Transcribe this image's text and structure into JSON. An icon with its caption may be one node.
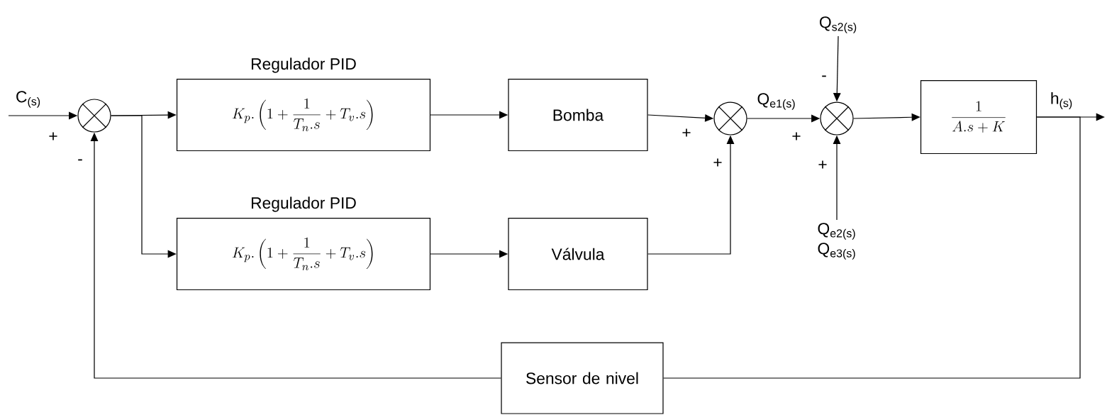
{
  "diagram": {
    "nodes": [
      {
        "text": [],
        "shape": "circle"
      },
      {
        "text": [
          "Regulador PID",
          "K_{p}.\\left(1+\\frac{1}{T_{n}.s}+T_{v}.s\\right)"
        ]
      },
      {
        "text": [
          "Bomba"
        ]
      },
      {
        "text": [
          "Regulador PID",
          "K_{p}.\\left(1+\\frac{1}{T_{n}.s}+T_{v}.s\\right)"
        ]
      },
      {
        "text": [
          "Válvula"
        ]
      },
      {
        "text": [],
        "shape": "circle"
      },
      {
        "text": [],
        "shape": "circle"
      },
      {
        "text": [
          "\\frac{1}{A.s+K}"
        ]
      },
      {
        "text": [
          "Sensor de nivel"
        ]
      },
      {
        "text": [
          "Q$_{s2(s)}$"
        ]
      },
      {
        "text": [
          "Q$_{e2(s)}$",
          "Q$_{e3(s)}$"
        ]
      }
    ],
    "edges": [
      {
        "from": null,
        "to": 0,
        "arrow": "to",
        "label": "C$_{(s)}$"
      },
      {
        "from": 0,
        "to": 1,
        "arrow": "to"
      },
      {
        "from": 0,
        "to": 3,
        "arrow": "to"
      },
      {
        "from": 1,
        "to": 2,
        "arrow": "to"
      },
      {
        "from": 3,
        "to": 4,
        "arrow": "to"
      },
      {
        "from": 2,
        "to": 5,
        "arrow": "to"
      },
      {
        "from": 4,
        "to": 5,
        "arrow": "to"
      },
      {
        "from": 5,
        "to": 6,
        "arrow": "to",
        "label": "Q$_{e1(s)}$"
      },
      {
        "from": 9,
        "to": 6,
        "arrow": "to"
      },
      {
        "from": 10,
        "to": 6,
        "arrow": "to"
      },
      {
        "from": 6,
        "to": 7,
        "arrow": "to"
      },
      {
        "from": 7,
        "to": null,
        "arrow": "to",
        "label": "h$_{(s)}$"
      },
      {
        "from": 7,
        "to": 8,
        "arrow": "none"
      },
      {
        "from": 8,
        "to": 0,
        "arrow": "to"
      }
    ],
    "labels": [
      "+",
      "-",
      "+",
      "+",
      "-",
      "+",
      "+"
    ]
  }
}
